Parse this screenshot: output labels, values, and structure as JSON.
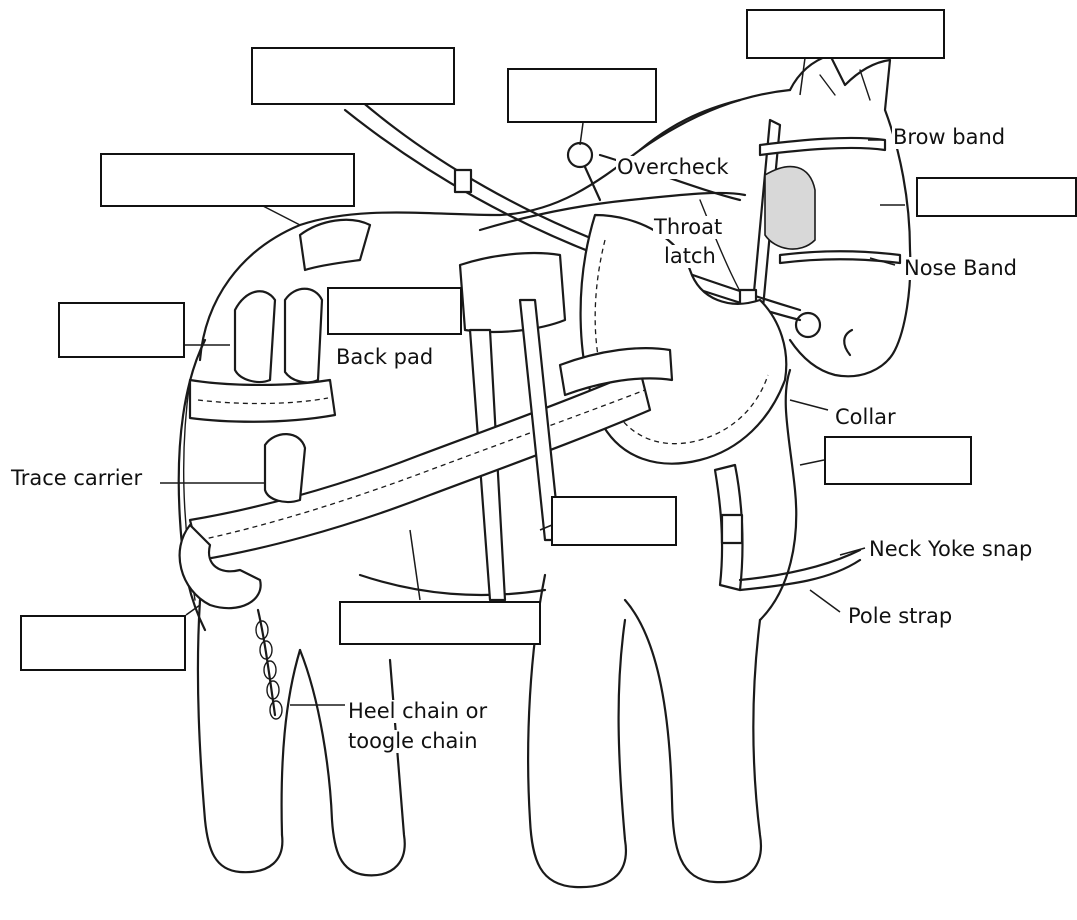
{
  "diagram": {
    "labels": {
      "brow_band": "Brow band",
      "overcheck": "Overcheck",
      "throat_latch": "Throat\nlatch",
      "throat_latch_line1": "Throat",
      "throat_latch_line2": "latch",
      "nose_band": "Nose Band",
      "back_pad": "Back pad",
      "collar": "Collar",
      "trace_carrier": "Trace carrier",
      "neck_yoke_snap": "Neck Yoke snap",
      "pole_strap": "Pole strap",
      "heel_chain_line1": "Heel chain or",
      "heel_chain_line2": "toogle chain"
    },
    "blank_label_count": 11
  }
}
